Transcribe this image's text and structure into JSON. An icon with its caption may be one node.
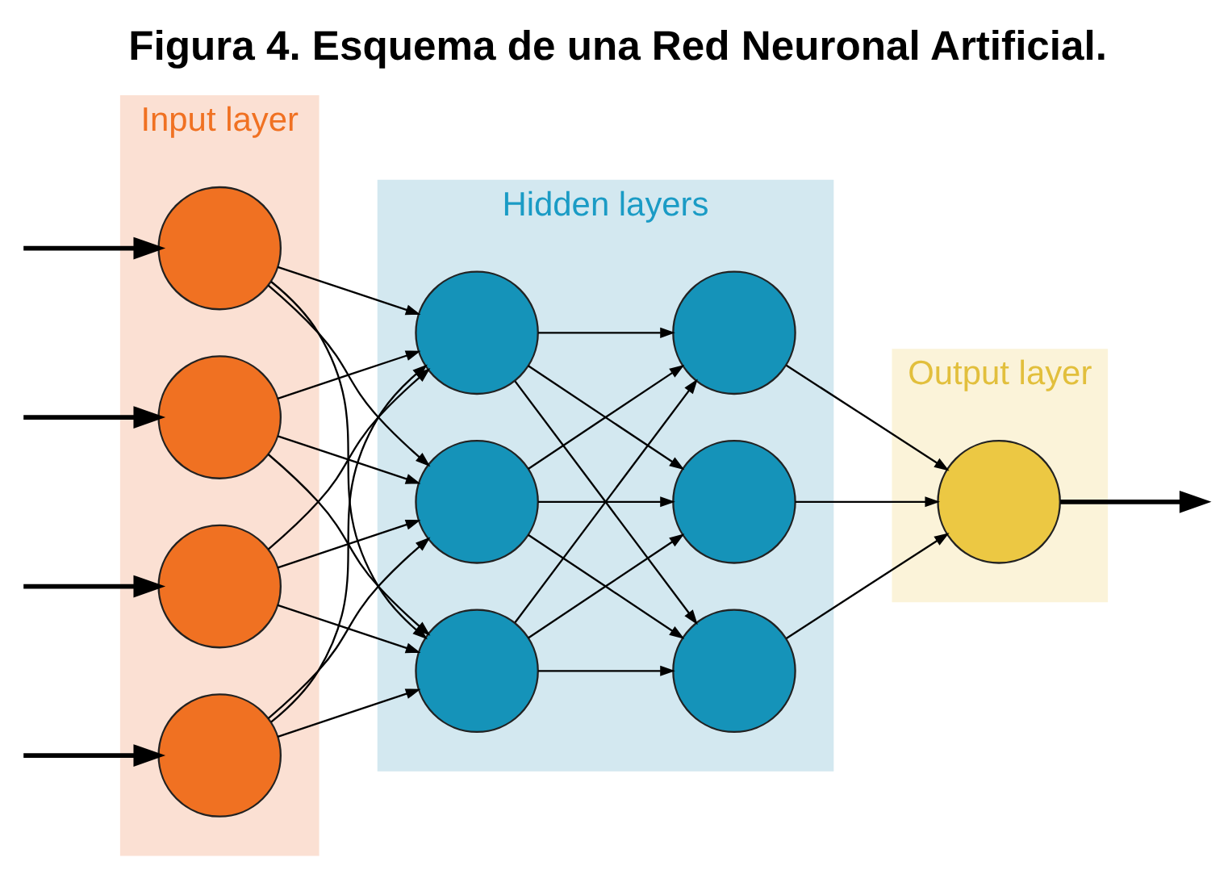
{
  "diagram": {
    "title": "Figura 4. Esquema de una Red Neuronal Artificial.",
    "nodes": [
      {
        "text": [
          "Input layer"
        ]
      },
      {
        "text": [
          "Hidden layers"
        ]
      },
      {
        "text": [
          "Output layer"
        ]
      },
      {
        "text": [],
        "shape": "circle",
        "in": 0
      },
      {
        "text": [],
        "shape": "circle",
        "in": 0
      },
      {
        "text": [],
        "shape": "circle",
        "in": 0
      },
      {
        "text": [],
        "shape": "circle",
        "in": 0
      },
      {
        "text": [],
        "shape": "circle",
        "in": 1
      },
      {
        "text": [],
        "shape": "circle",
        "in": 1
      },
      {
        "text": [],
        "shape": "circle",
        "in": 1
      },
      {
        "text": [],
        "shape": "circle",
        "in": 1
      },
      {
        "text": [],
        "shape": "circle",
        "in": 1
      },
      {
        "text": [],
        "shape": "circle",
        "in": 1
      },
      {
        "text": [],
        "shape": "circle",
        "in": 2
      }
    ],
    "edges": [
      {
        "from": null,
        "to": 3,
        "arrow": "to",
        "style": "thick"
      },
      {
        "from": null,
        "to": 4,
        "arrow": "to",
        "style": "thick"
      },
      {
        "from": null,
        "to": 5,
        "arrow": "to",
        "style": "thick"
      },
      {
        "from": null,
        "to": 6,
        "arrow": "to",
        "style": "thick"
      },
      {
        "from": 3,
        "to": 7,
        "arrow": "to"
      },
      {
        "from": 3,
        "to": 8,
        "arrow": "to"
      },
      {
        "from": 3,
        "to": 9,
        "arrow": "to"
      },
      {
        "from": 4,
        "to": 7,
        "arrow": "to"
      },
      {
        "from": 4,
        "to": 8,
        "arrow": "to"
      },
      {
        "from": 4,
        "to": 9,
        "arrow": "to"
      },
      {
        "from": 5,
        "to": 7,
        "arrow": "to"
      },
      {
        "from": 5,
        "to": 8,
        "arrow": "to"
      },
      {
        "from": 5,
        "to": 9,
        "arrow": "to"
      },
      {
        "from": 6,
        "to": 7,
        "arrow": "to"
      },
      {
        "from": 6,
        "to": 8,
        "arrow": "to"
      },
      {
        "from": 6,
        "to": 9,
        "arrow": "to"
      },
      {
        "from": 7,
        "to": 10,
        "arrow": "to"
      },
      {
        "from": 7,
        "to": 11,
        "arrow": "to"
      },
      {
        "from": 7,
        "to": 12,
        "arrow": "to"
      },
      {
        "from": 8,
        "to": 10,
        "arrow": "to"
      },
      {
        "from": 8,
        "to": 11,
        "arrow": "to"
      },
      {
        "from": 8,
        "to": 12,
        "arrow": "to"
      },
      {
        "from": 9,
        "to": 10,
        "arrow": "to"
      },
      {
        "from": 9,
        "to": 11,
        "arrow": "to"
      },
      {
        "from": 9,
        "to": 12,
        "arrow": "to"
      },
      {
        "from": 10,
        "to": 13,
        "arrow": "to"
      },
      {
        "from": 11,
        "to": 13,
        "arrow": "to"
      },
      {
        "from": 12,
        "to": 13,
        "arrow": "to"
      },
      {
        "from": 13,
        "to": null,
        "arrow": "to",
        "style": "thick"
      }
    ]
  }
}
